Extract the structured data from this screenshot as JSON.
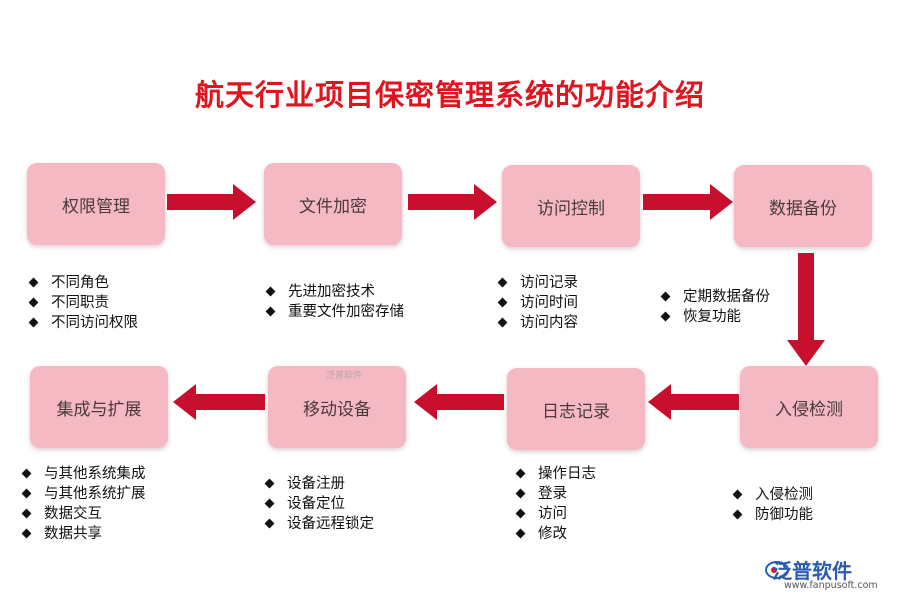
{
  "title": "航天行业项目保密管理系统的功能介绍",
  "nodes": [
    {
      "label": "权限管理",
      "items": [
        "不同角色",
        "不同职责",
        "不同访问权限"
      ]
    },
    {
      "label": "文件加密",
      "items": [
        "先进加密技术",
        "重要文件加密存储"
      ]
    },
    {
      "label": "访问控制",
      "items": [
        "访问记录",
        "访问时间",
        "访问内容"
      ]
    },
    {
      "label": "数据备份",
      "items": [
        "定期数据备份",
        "恢复功能"
      ]
    },
    {
      "label": "入侵检测",
      "items": [
        "入侵检测",
        "防御功能"
      ]
    },
    {
      "label": "日志记录",
      "items": [
        "操作日志",
        "登录",
        "访问",
        "修改"
      ]
    },
    {
      "label": "移动设备",
      "items": [
        "设备注册",
        "设备定位",
        "设备远程锁定"
      ]
    },
    {
      "label": "集成与扩展",
      "items": [
        "与其他系统集成",
        "与其他系统扩展",
        "数据交互",
        "数据共享"
      ]
    }
  ],
  "watermark": "泛普软件",
  "brand": {
    "name": "泛普软件",
    "url": "www.fanpusoft.com"
  },
  "colors": {
    "title": "#e0141e",
    "box": "#f4b9c2",
    "arrow": "#c8102e"
  }
}
